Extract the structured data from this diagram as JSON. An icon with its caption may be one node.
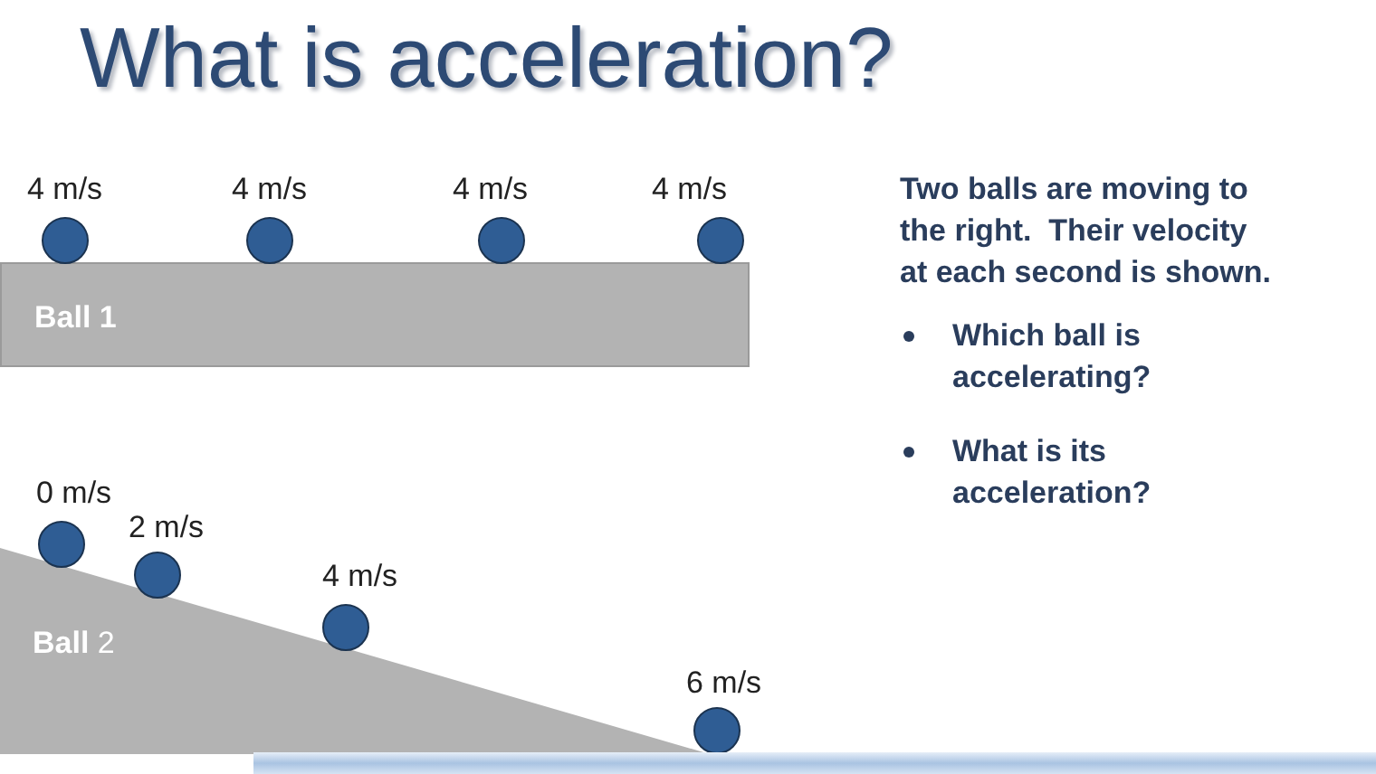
{
  "diagram": {
    "title": "What is acceleration?",
    "nodes": [
      {
        "text": [],
        "shape": "circle",
        "beside": [
          "4 m/s"
        ]
      },
      {
        "text": [],
        "shape": "circle",
        "beside": [
          "4 m/s"
        ]
      },
      {
        "text": [],
        "shape": "circle",
        "beside": [
          "4 m/s"
        ]
      },
      {
        "text": [],
        "shape": "circle",
        "beside": [
          "4 m/s"
        ]
      },
      {
        "text": [
          "Ball 1"
        ]
      },
      {
        "text": [],
        "shape": "circle",
        "beside": [
          "0 m/s"
        ]
      },
      {
        "text": [],
        "shape": "circle",
        "beside": [
          "2 m/s"
        ]
      },
      {
        "text": [],
        "shape": "circle",
        "beside": [
          "4 m/s"
        ]
      },
      {
        "text": [
          "**Ball** 2"
        ]
      },
      {
        "text": [],
        "shape": "circle",
        "beside": [
          "6 m/s"
        ]
      }
    ],
    "labels": [
      "Two balls are moving to the right.  Their velocity at each second is shown.",
      "Which ball is accelerating?",
      "What is its acceleration?"
    ]
  }
}
